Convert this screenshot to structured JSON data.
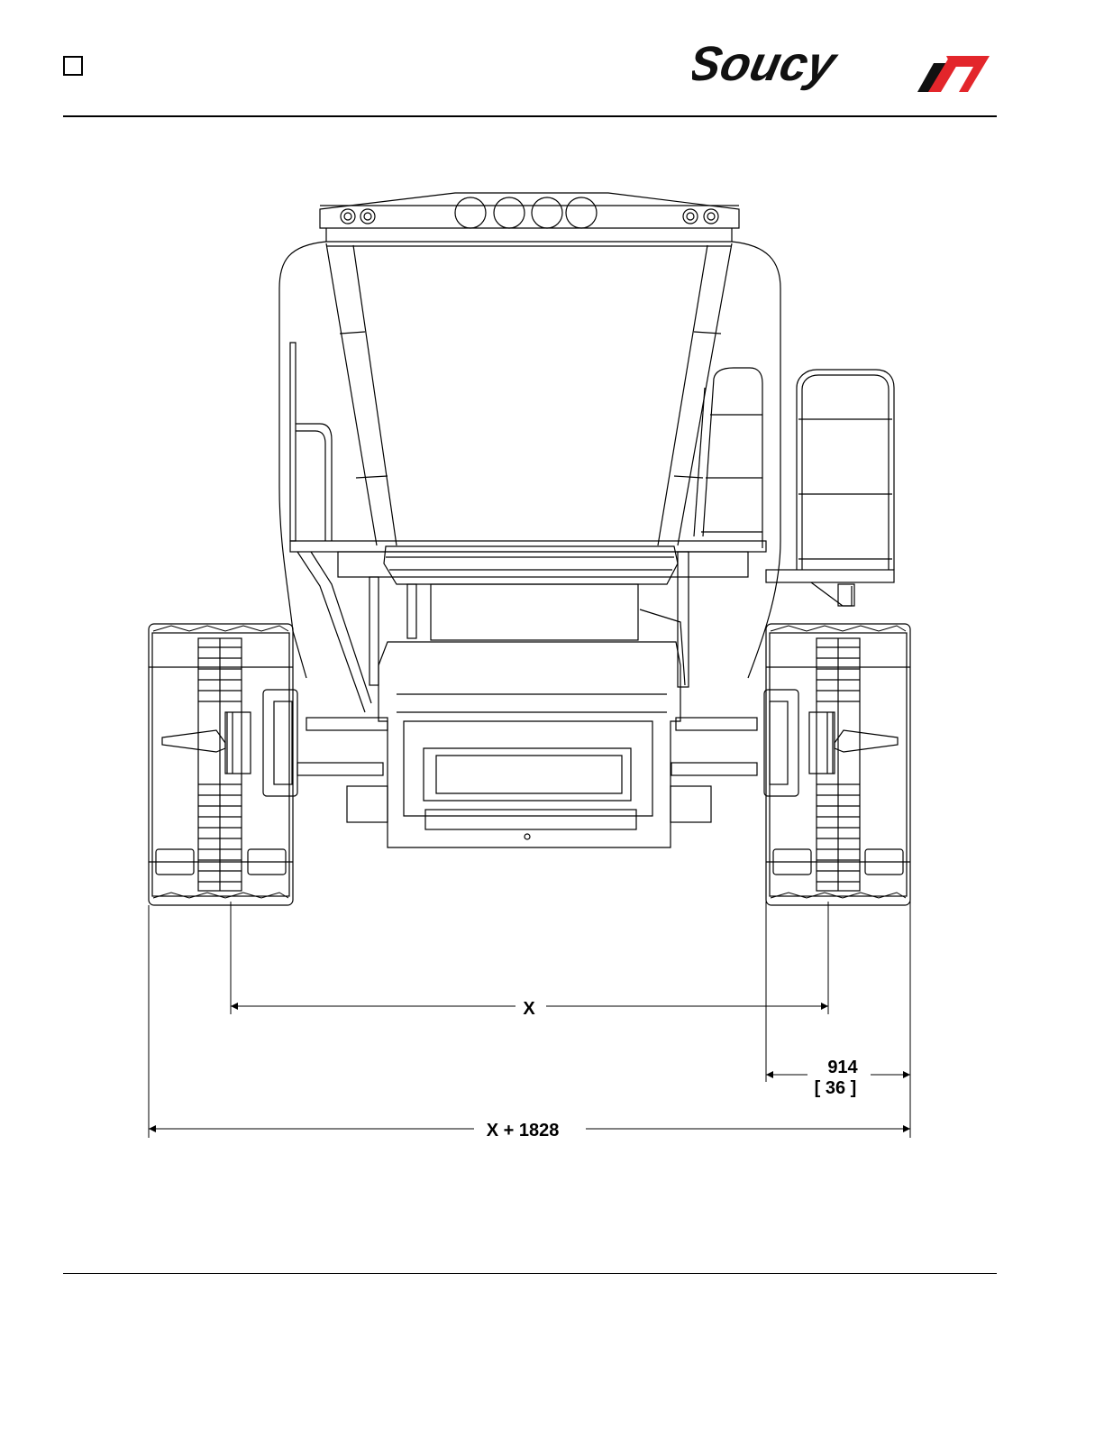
{
  "header": {
    "brand": "Soucy",
    "brand_color": "#e3262b",
    "brand_text_color": "#111111"
  },
  "dimensions": {
    "track_spacing": "X",
    "track_width_mm": "914",
    "track_width_in": "[ 36 ]",
    "overall_width": "X + 1828"
  }
}
